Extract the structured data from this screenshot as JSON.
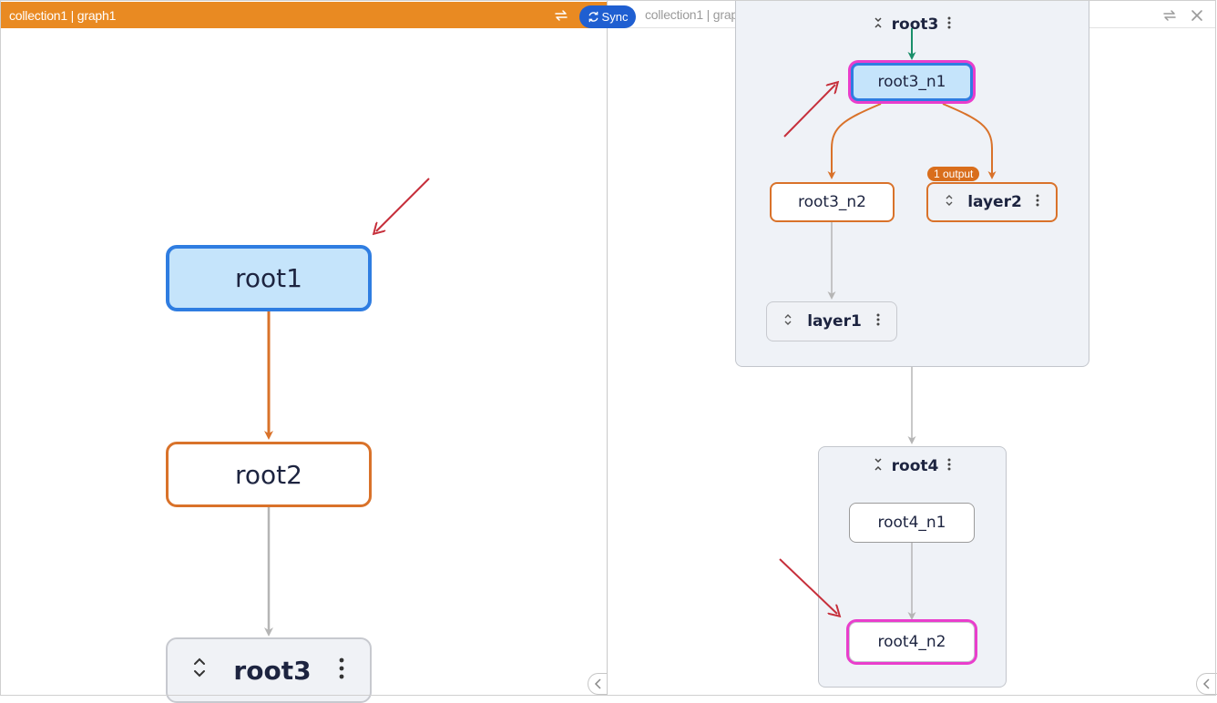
{
  "left_pane": {
    "title": "collection1 | graph1",
    "nodes": {
      "root1": "root1",
      "root2": "root2",
      "root3": "root3"
    }
  },
  "right_pane": {
    "title": "collection1 | graph1",
    "sync_label": "Sync",
    "group_root3": {
      "title": "root3"
    },
    "nodes": {
      "root3_n1": "root3_n1",
      "root3_n2": "root3_n2",
      "layer2": "layer2",
      "layer1": "layer1",
      "root4_n1": "root4_n1",
      "root4_n2": "root4_n2"
    },
    "layer2_badge": "1 output",
    "group_root4": {
      "title": "root4"
    }
  },
  "colors": {
    "active_title": "#e98a22",
    "selected_fill": "#c5e4fb",
    "selected_border": "#2f7de1",
    "edge_orange": "#d9722a",
    "edge_gray": "#b5b5b5",
    "edge_green": "#1a8f6a",
    "highlight_magenta": "#e93ecc",
    "annotation_arrow": "#c62f3b",
    "sync_blue": "#1f5fd1"
  }
}
